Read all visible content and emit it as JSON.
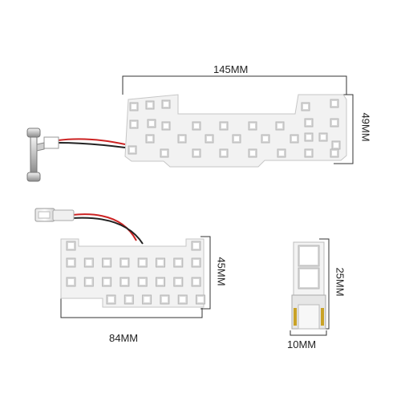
{
  "colors": {
    "board": "#f2f2f2",
    "board_edge": "#c8c8c8",
    "led_outer": "#d8d8d8",
    "led_inner": "#ffffff",
    "dimension_line": "#333333",
    "wire_red": "#cc2222",
    "wire_black": "#222222"
  },
  "dimensions": {
    "large_board_width": "145MM",
    "large_board_height": "49MM",
    "medium_board_width": "84MM",
    "medium_board_height": "45MM",
    "small_board_width": "10MM",
    "small_board_height": "25MM"
  },
  "products": {
    "large_board_led_count": 31,
    "medium_board_led_count": 24,
    "small_board_led_count": 2,
    "large_connector": "festoon-bulb-icon",
    "medium_connector": "t10-wedge-icon"
  }
}
